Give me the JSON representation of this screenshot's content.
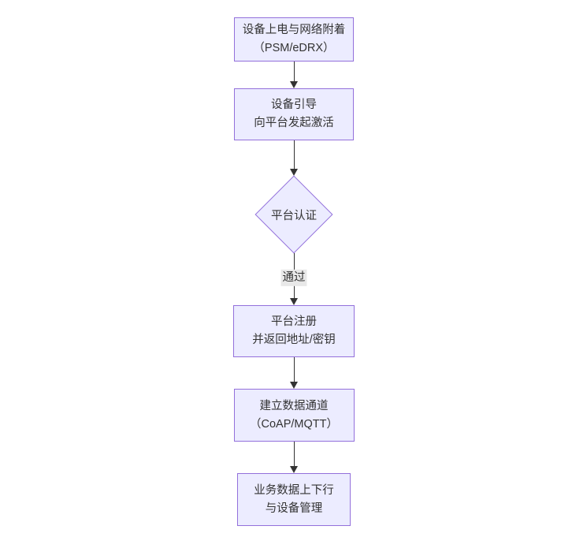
{
  "flowchart": {
    "colors": {
      "background": "#ffffff",
      "node_fill": "#ECECFF",
      "node_border": "#9370DB",
      "text": "#333333",
      "edge_line": "#333333",
      "edge_label_background": "#e8e8e8"
    },
    "nodes": [
      {
        "shape": "rect",
        "line1": "设备上电与网络附着",
        "line2": "（PSM/eDRX）"
      },
      {
        "shape": "rect",
        "line1": "设备引导",
        "line2": "向平台发起激活"
      },
      {
        "shape": "diamond",
        "line1": "平台认证",
        "line2": ""
      },
      {
        "shape": "rect",
        "line1": "平台注册",
        "line2": "并返回地址/密钥"
      },
      {
        "shape": "rect",
        "line1": "建立数据通道",
        "line2": "（CoAP/MQTT）"
      },
      {
        "shape": "rect",
        "line1": "业务数据上下行",
        "line2": "与设备管理"
      }
    ],
    "edges": [
      {
        "from": 0,
        "to": 1,
        "label": ""
      },
      {
        "from": 1,
        "to": 2,
        "label": ""
      },
      {
        "from": 2,
        "to": 3,
        "label": "通过"
      },
      {
        "from": 3,
        "to": 4,
        "label": ""
      },
      {
        "from": 4,
        "to": 5,
        "label": ""
      }
    ]
  }
}
